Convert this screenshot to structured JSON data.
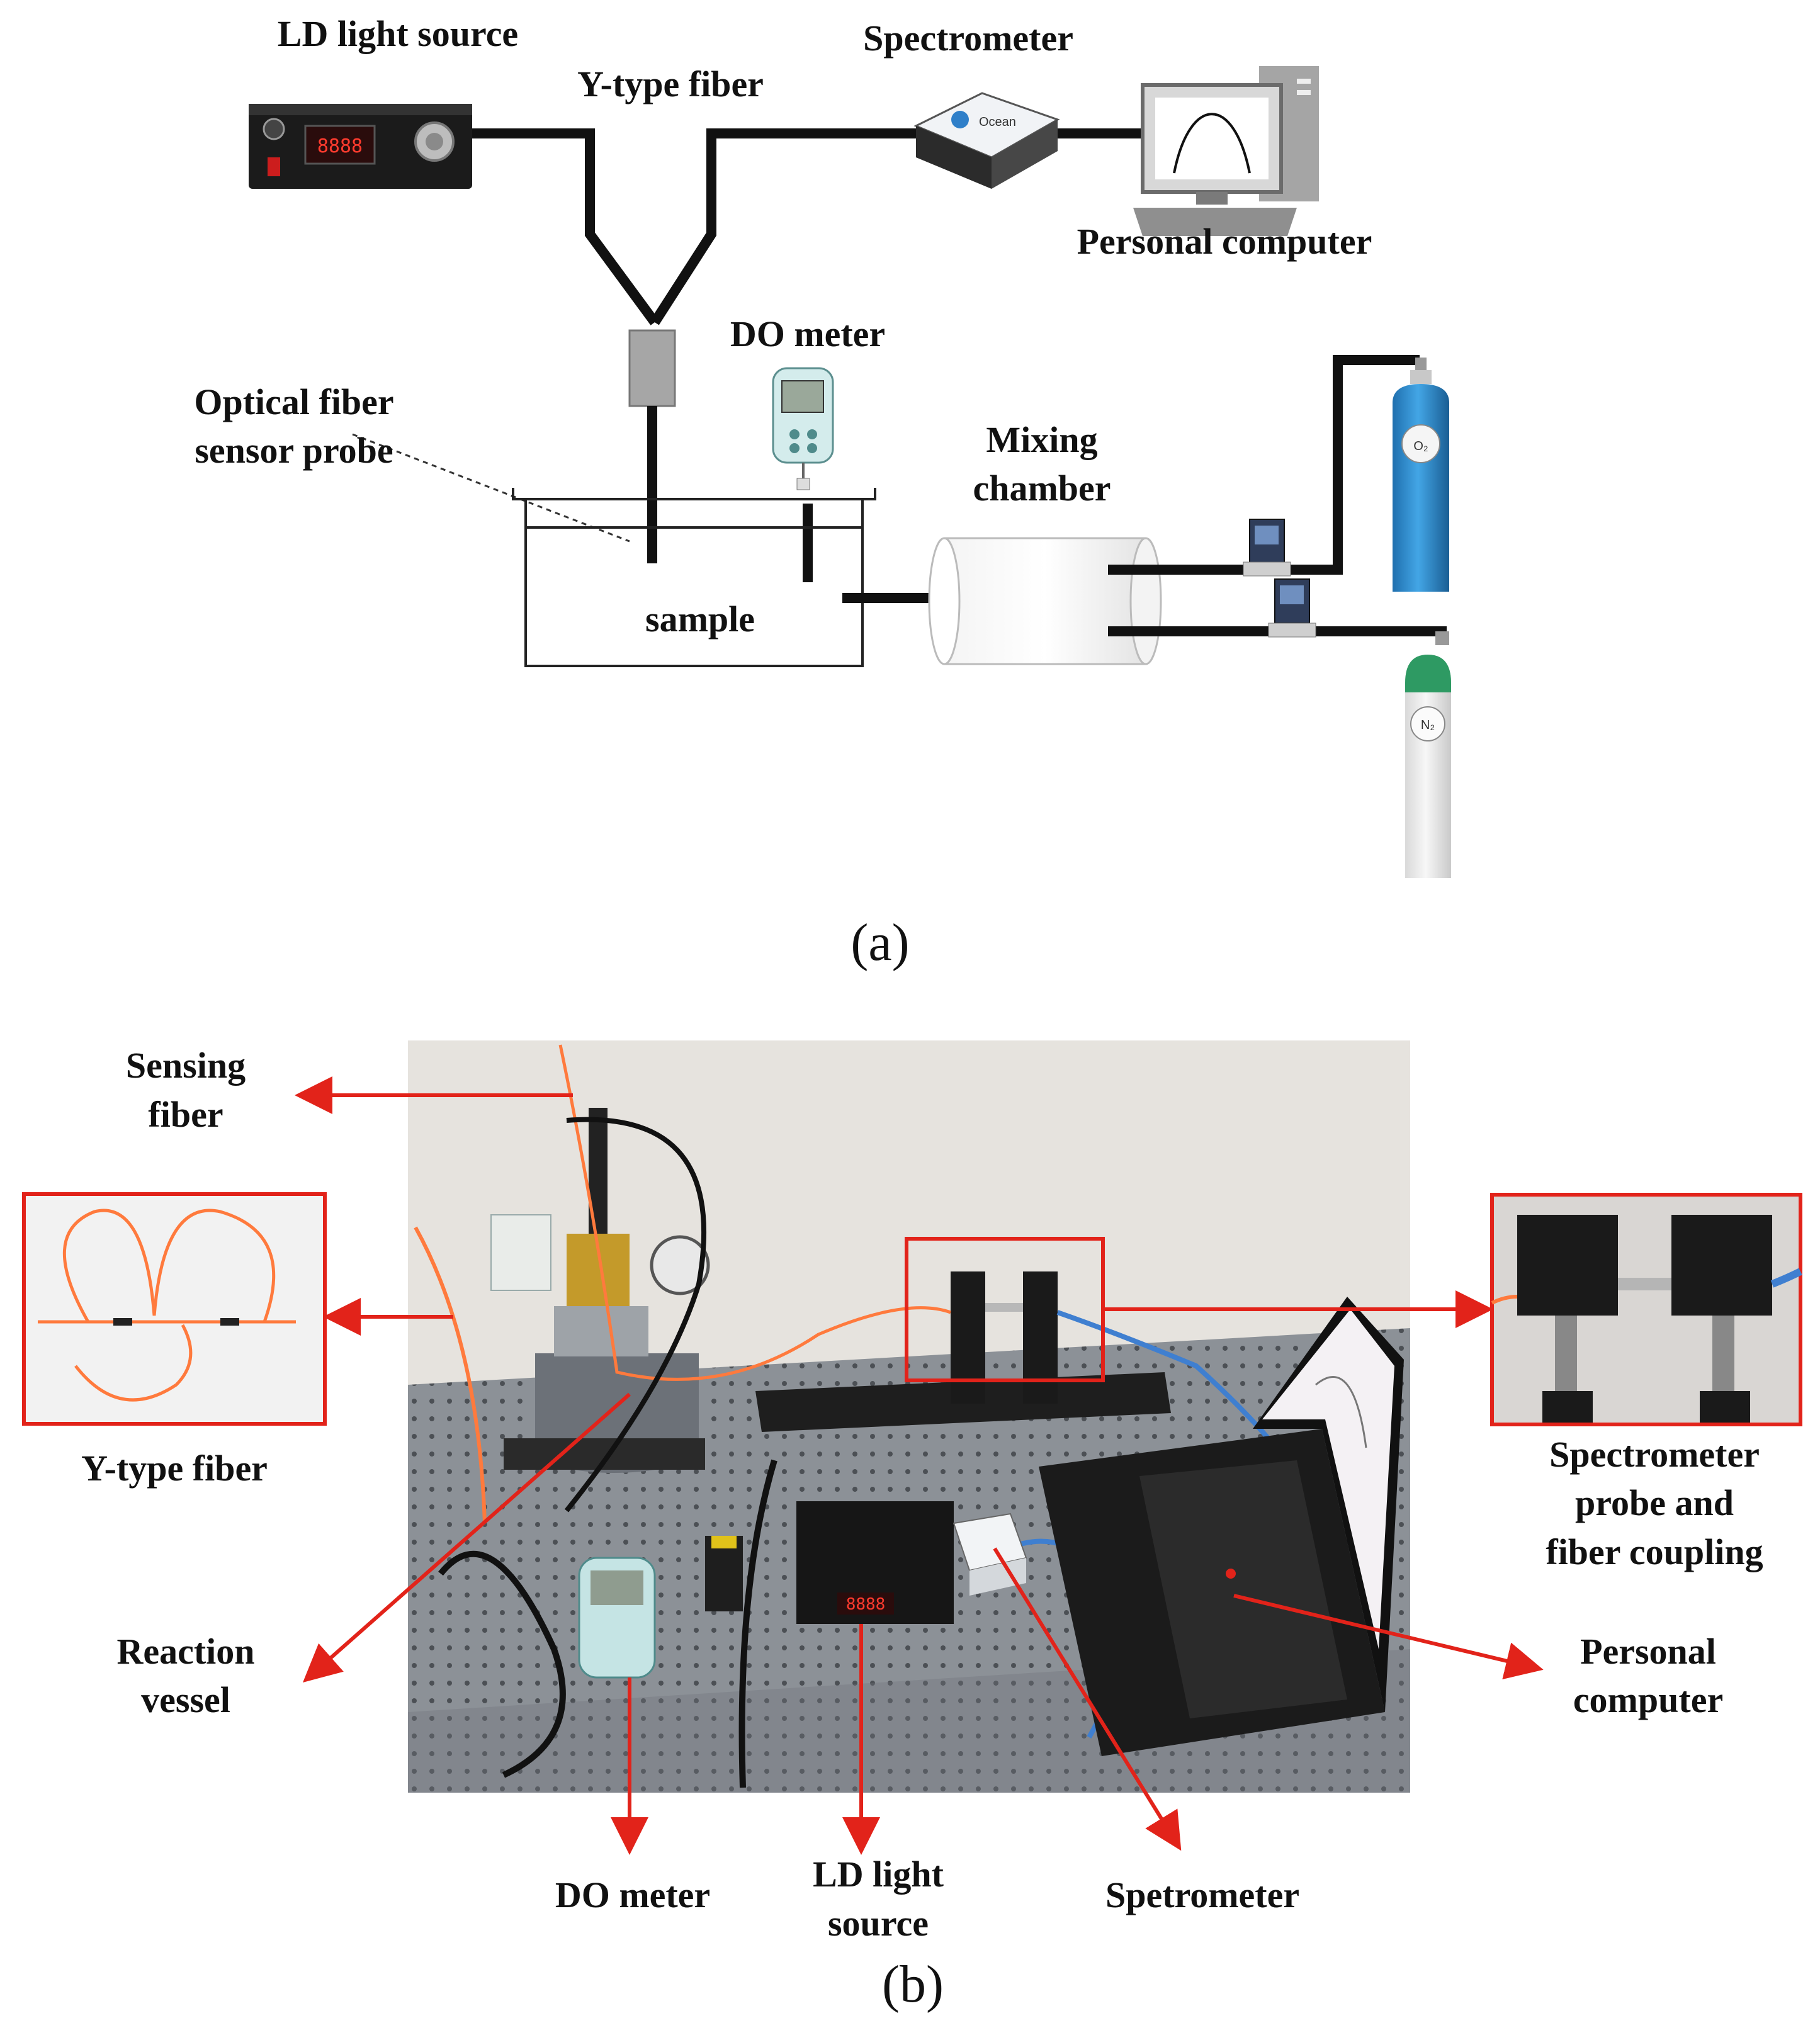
{
  "panel_a": {
    "labels": {
      "ld_light_source": "LD light source",
      "y_type_fiber": "Y-type fiber",
      "spectrometer": "Spectrometer",
      "personal_computer": "Personal computer",
      "do_meter": "DO meter",
      "optical_fiber_sensor_probe": [
        "Optical fiber",
        "sensor probe"
      ],
      "mixing_chamber": [
        "Mixing",
        "chamber"
      ],
      "sample": "sample",
      "o2_cylinder": "O₂",
      "n2_cylinder": "N₂"
    },
    "caption": "(a)"
  },
  "panel_b": {
    "labels": {
      "sensing_fiber": [
        "Sensing",
        "fiber"
      ],
      "y_type_fiber": "Y-type fiber",
      "reaction_vessel": [
        "Reaction",
        "vessel"
      ],
      "spectrometer_probe": [
        "Spectrometer",
        "probe and",
        "fiber coupling"
      ],
      "personal_computer": [
        "Personal",
        "computer"
      ],
      "do_meter": "DO meter",
      "ld_light_source": [
        "LD light",
        "source"
      ],
      "spetrometer": "Spetrometer"
    },
    "caption": "(b)"
  },
  "colors": {
    "annotation_red": "#e2231a",
    "o2_cylinder": "#2f8fd0",
    "n2_cylinder_top": "#2e9a63",
    "breadboard": "#8a8f95",
    "probe_gray": "#a6a6a6"
  }
}
